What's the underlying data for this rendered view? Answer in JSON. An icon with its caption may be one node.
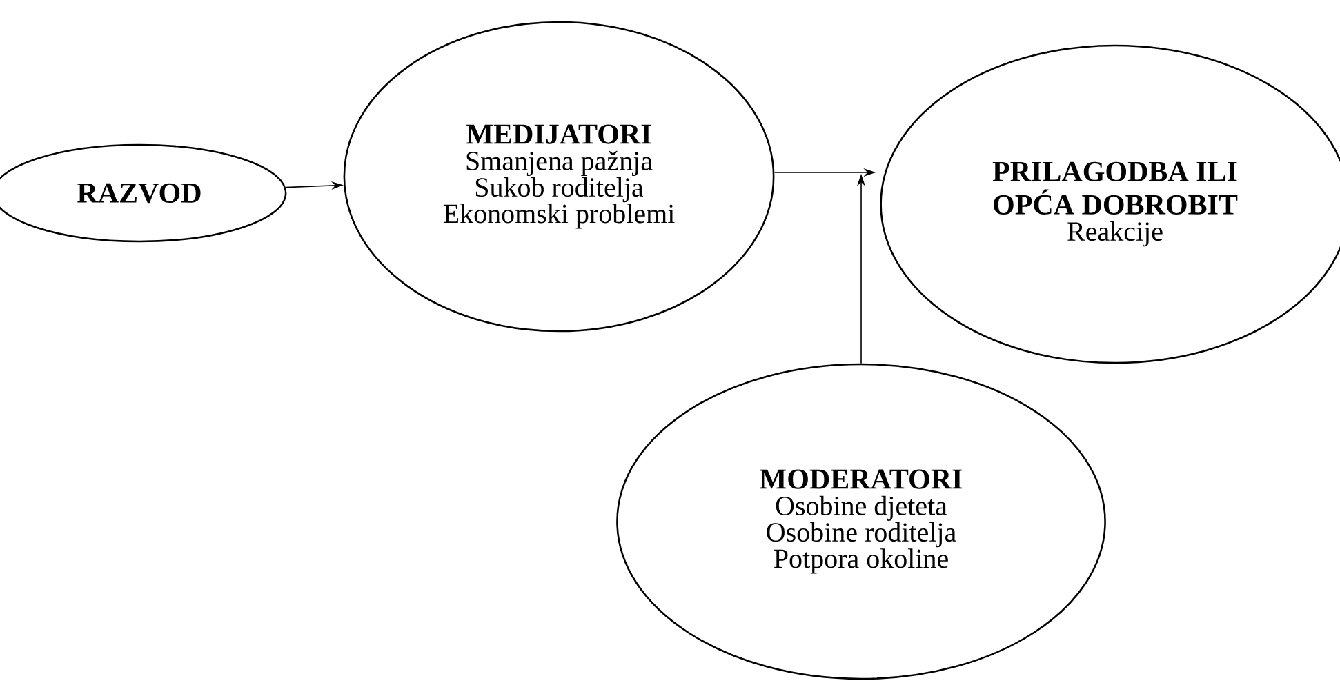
{
  "diagram": {
    "nodes": [
      {
        "text": [
          "RAZVOD"
        ]
      },
      {
        "text": [
          "MEDIJATORI",
          "Smanjena pažnja",
          "Sukob roditelja",
          "Ekonomski problemi"
        ]
      },
      {
        "text": [
          "PRILAGODBA ILI OPĆA DOBROBIT",
          "Reakcije"
        ]
      },
      {
        "text": [
          "MODERATORI",
          "Osobine djeteta",
          "Osobine roditelja",
          "Potpora okoline"
        ]
      }
    ],
    "edges": [
      {
        "from": 0,
        "to": 1,
        "arrow": "to"
      },
      {
        "from": 1,
        "to": 2,
        "arrow": "to"
      },
      {
        "from": 3,
        "to": null,
        "arrow": "to"
      }
    ]
  }
}
